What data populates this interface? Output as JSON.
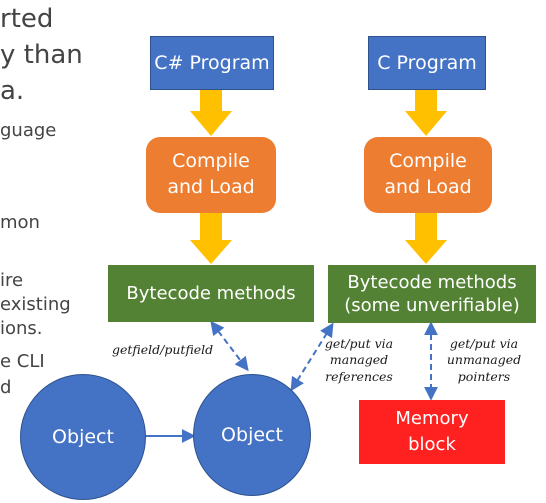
{
  "background_text": [
    "rted",
    "y than",
    "a.",
    "guage",
    "mon",
    "ire",
    "existing",
    "ions.",
    "e CLI",
    "d"
  ],
  "boxes": {
    "csharp_program": "C# Program",
    "c_program": "C Program",
    "compile_load_left_line1": "Compile",
    "compile_load_left_line2": "and Load",
    "compile_load_right_line1": "Compile",
    "compile_load_right_line2": "and Load",
    "bytecode_left": "Bytecode methods",
    "bytecode_right_line1": "Bytecode methods",
    "bytecode_right_line2": "(some unverifiable)",
    "memory_block_line1": "Memory",
    "memory_block_line2": "block",
    "object_left": "Object",
    "object_right": "Object"
  },
  "edge_labels": {
    "getfield_putfield": "getfield/putfield",
    "managed_line1": "get/put via",
    "managed_line2": "managed",
    "managed_line3": "references",
    "unmanaged_line1": "get/put via",
    "unmanaged_line2": "unmanaged",
    "unmanaged_line3": "pointers"
  },
  "colors": {
    "blue": "#4472c4",
    "orange": "#ed7d31",
    "green": "#548235",
    "red": "#ff2020",
    "arrow_yellow": "#ffc000",
    "dashed_arrow": "#4472c4"
  }
}
